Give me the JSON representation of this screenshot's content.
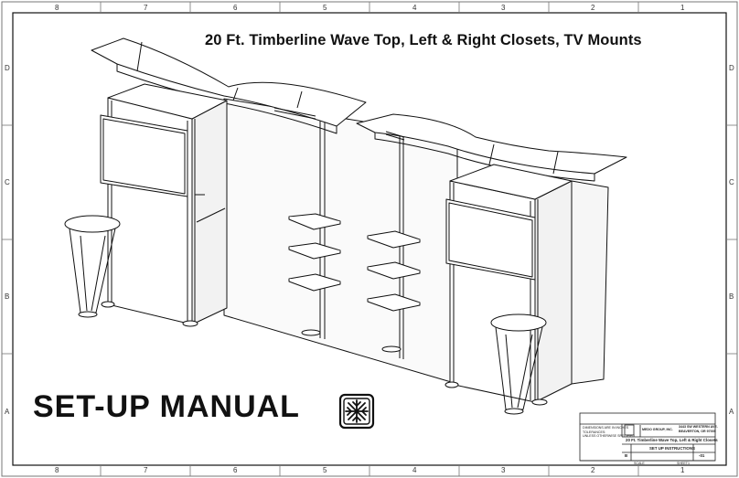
{
  "title": "20 Ft. Timberline Wave Top, Left & Right Closets, TV Mounts",
  "setup_label": "SET-UP MANUAL",
  "logo_icon": "snowflake-grid-icon",
  "zones": {
    "columns": [
      "8",
      "7",
      "6",
      "5",
      "4",
      "3",
      "2",
      "1"
    ],
    "rows": [
      "D",
      "C",
      "B",
      "A"
    ]
  },
  "title_block": {
    "company": "MEDO GROUP, INC.",
    "address_line1": "3443 SW WESTERN AVE.",
    "address_line2": "BEAVERTON, OR 97005",
    "drawing_title": "20 Ft. Timberline Wave Top, Left & Right Closets",
    "subtitle": "SET UP INSTRUCTIONS",
    "size": "B",
    "rev": "-01",
    "scale_label": "SCALE",
    "sheet_label": "SHEET",
    "sheet_value": "1",
    "note_line1": "DIMENSIONS ARE IN INCHES",
    "note_line2": "TOLERANCES:",
    "note_line3": "UNLESS OTHERWISE SPECIFIED"
  }
}
